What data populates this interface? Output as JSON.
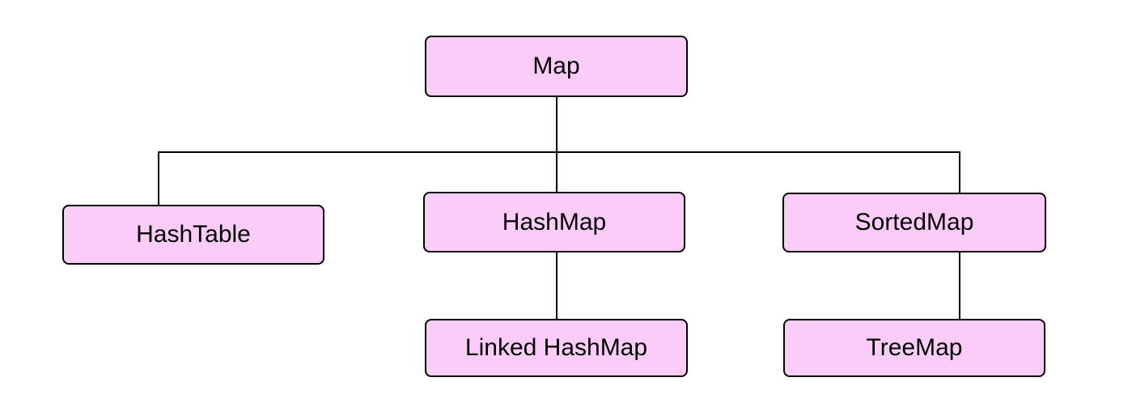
{
  "colors": {
    "background": "#ffffff",
    "node_fill": "#fcccf9",
    "node_border": "#000000",
    "node_text": "#000000",
    "connector": "#000000"
  },
  "nodes": {
    "map": {
      "label": "Map"
    },
    "hashtable": {
      "label": "HashTable"
    },
    "hashmap": {
      "label": "HashMap"
    },
    "sortedmap": {
      "label": "SortedMap"
    },
    "linked_hashmap": {
      "label": "Linked HashMap"
    },
    "treemap": {
      "label": "TreeMap"
    }
  },
  "edges": [
    {
      "from": "Map",
      "to": "HashTable"
    },
    {
      "from": "Map",
      "to": "HashMap"
    },
    {
      "from": "Map",
      "to": "SortedMap"
    },
    {
      "from": "HashMap",
      "to": "Linked HashMap"
    },
    {
      "from": "SortedMap",
      "to": "TreeMap"
    }
  ]
}
